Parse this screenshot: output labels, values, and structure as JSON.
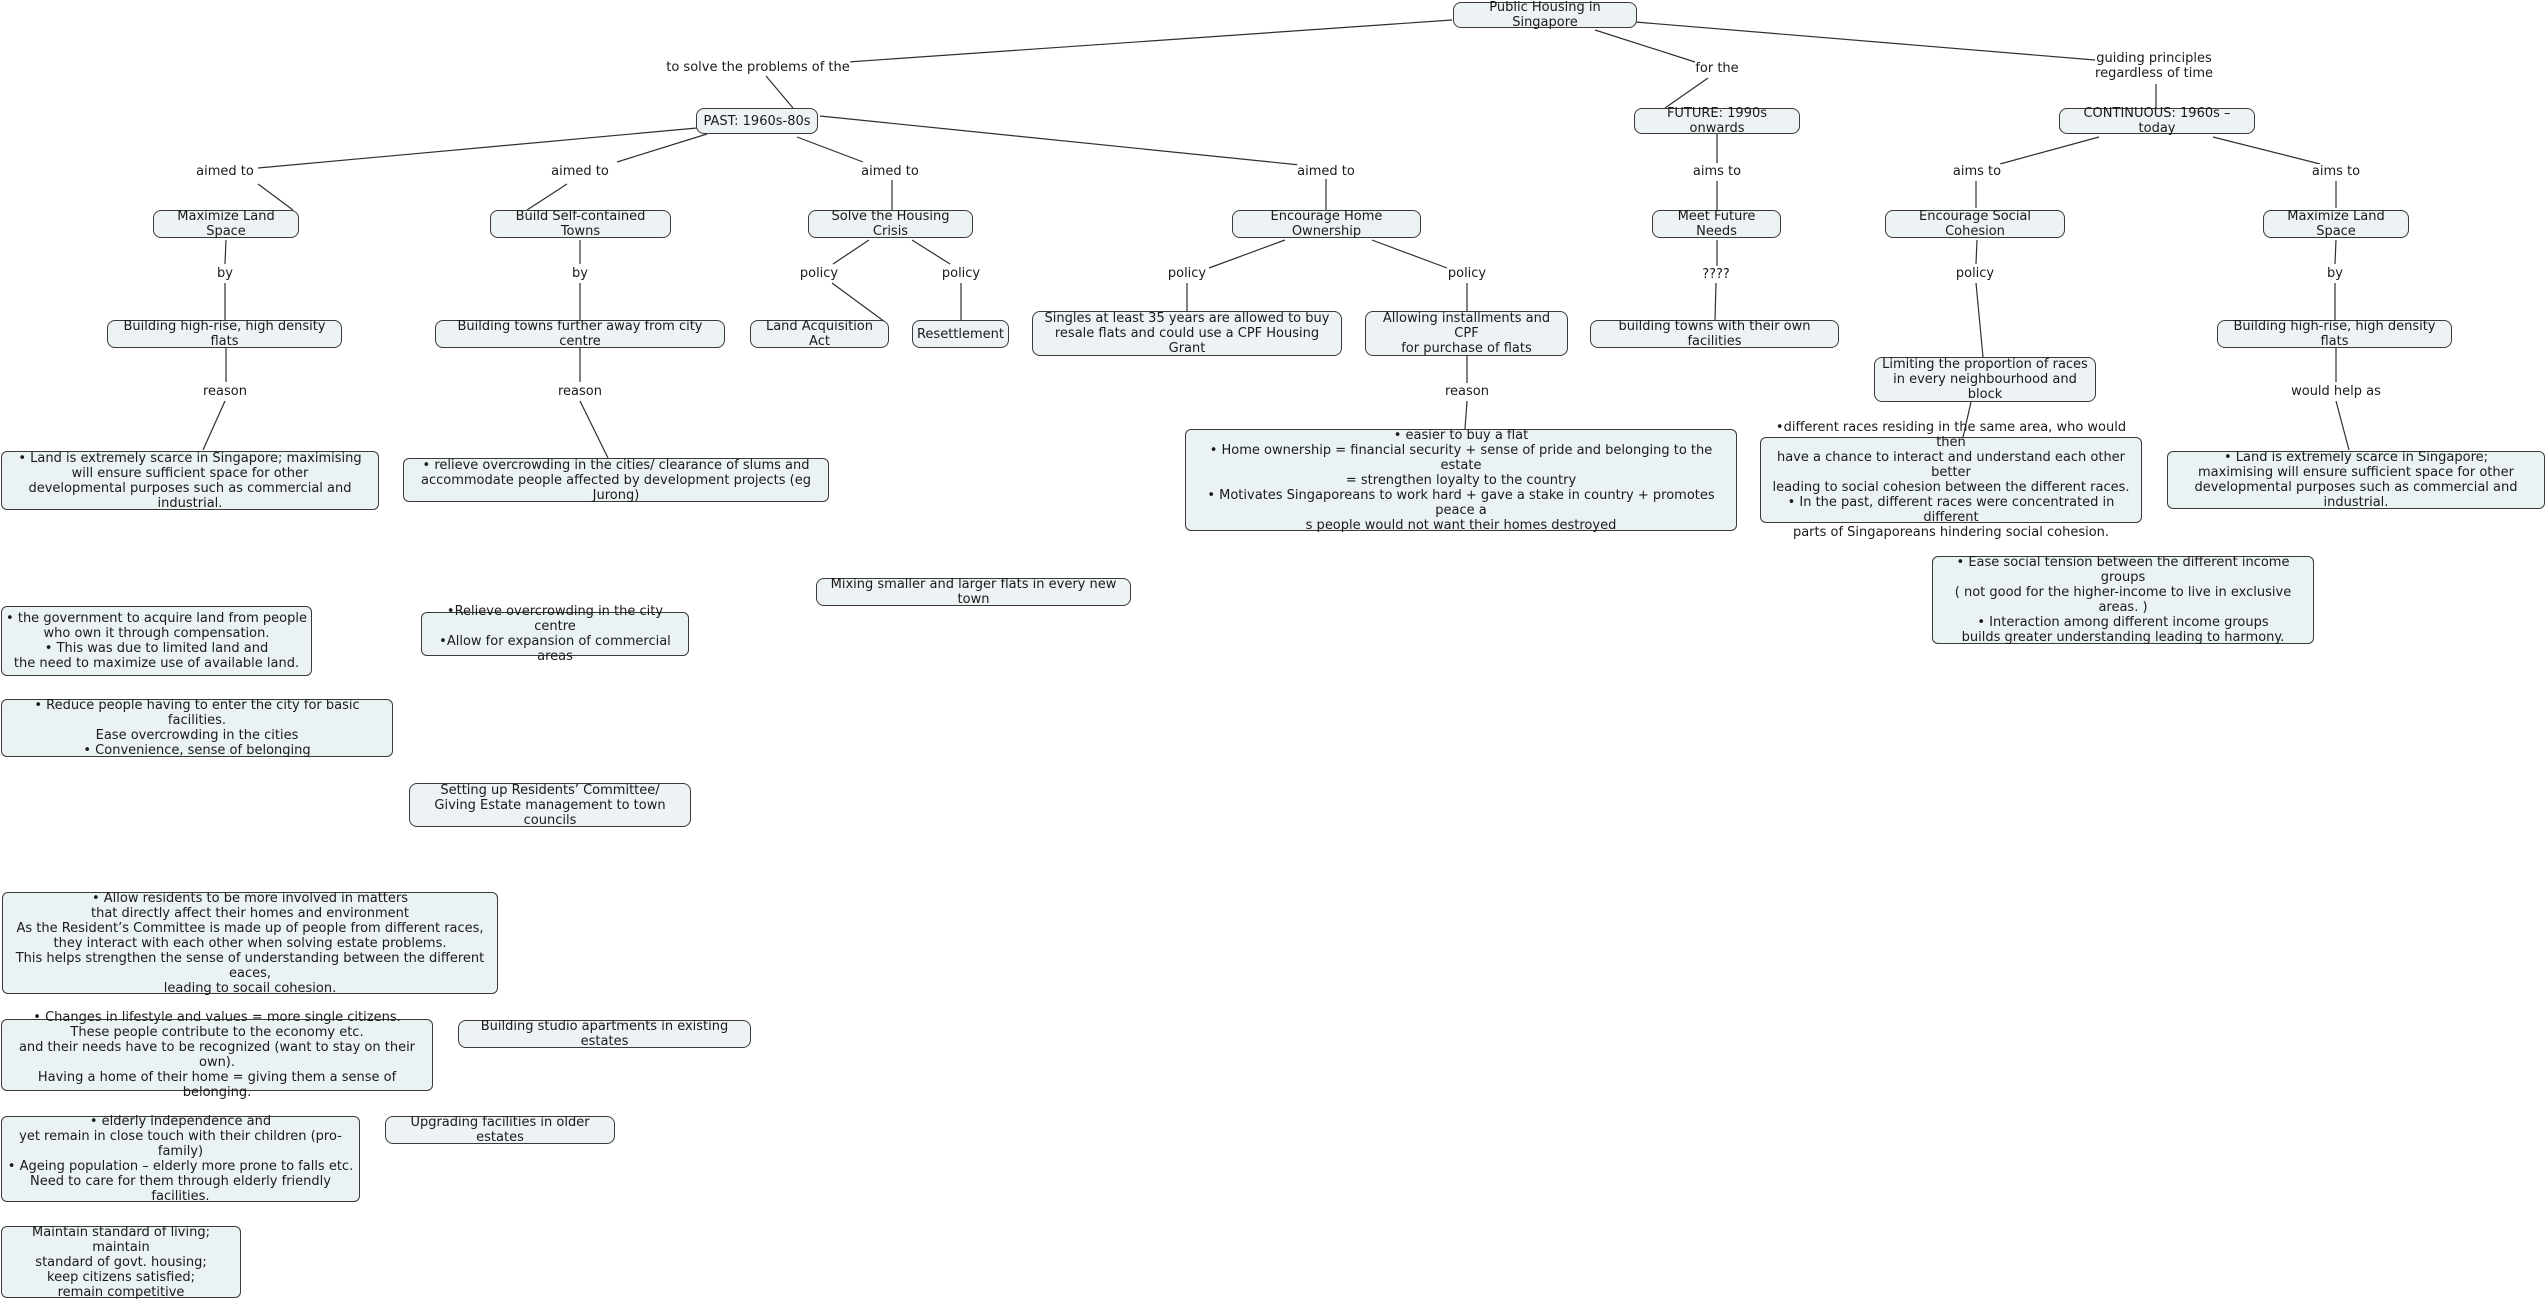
{
  "map": {
    "root": "Public Housing in Singapore",
    "labels": {
      "solve_problems": "to solve the problems of the",
      "for_the": "for the",
      "guiding": "guiding principles\nregardless of time",
      "past_aimed_1": "aimed to",
      "past_aimed_2": "aimed to",
      "past_aimed_3": "aimed to",
      "past_aimed_4": "aimed to",
      "future_aims": "aims to",
      "cont_aims_1": "aims to",
      "cont_aims_2": "aims to",
      "by_1": "by",
      "by_2": "by",
      "by_3": "by",
      "policy_1": "policy",
      "policy_2": "policy",
      "policy_3": "policy",
      "policy_4": "policy",
      "policy_5": "policy",
      "reason_1": "reason",
      "reason_2": "reason",
      "reason_3": "reason",
      "unknown": "????",
      "would_help": "would help as"
    },
    "nodes": {
      "past": "PAST: 1960s-80s",
      "future": "FUTURE: 1990s onwards",
      "continuous": "CONTINUOUS: 1960s – today",
      "maximize_land_1": "Maximize Land Space",
      "self_contained": "Build Self-contained Towns",
      "housing_crisis": "Solve the Housing Crisis",
      "home_ownership": "Encourage Home Ownership",
      "future_needs": "Meet Future Needs",
      "social_cohesion": "Encourage Social Cohesion",
      "maximize_land_2": "Maximize Land Space",
      "high_rise_1": "Building high-rise, high density flats",
      "towns_away": "Building towns further away from city centre",
      "land_acq": "Land Acquisition Act",
      "resettlement": "Resettlement",
      "singles": "Singles at least 35 years are allowed to buy\nresale flats and could use a CPF Housing Grant",
      "installments": "Allowing installments and CPF\nfor purchase of flats",
      "towns_facilities": "building towns with their own facilities",
      "limit_races": "Limiting the proportion of races\nin every neighbourhood and block",
      "high_rise_2": "Building high-rise, high density flats",
      "land_scarce_1": "•     Land is extremely scarce in Singapore; maximising\nwill ensure sufficient space  for other\ndevelopmental purposes such as commercial and industrial.",
      "relieve_slums": "• relieve overcrowding in the cities/ clearance of slums and\naccommodate people affected by development projects (eg Jurong)",
      "reasons_flat": "•     easier to buy a flat\n•     Home ownership = financial security + sense of pride and belonging to the estate\n= strengthen loyalty to the country\n•     Motivates Singaporeans to work hard + gave a stake in country + promotes peace a\ns people would not want their homes destroyed",
      "races_reason": "•different races residing in the same area, who would then\nhave a chance to interact and understand each other better\nleading to social cohesion between the different races.\n• In the past, different races were concentrated in different\nparts of Singaporeans hindering social cohesion.",
      "land_scarce_2": "•     Land is extremely scarce in Singapore;\nmaximising will ensure sufficient space  for other\ndevelopmental purposes such as commercial and industrial.",
      "income_groups": "•     Ease social tension between the different income groups\n( not good for the higher-income to live in exclusive areas. )\n•     Interaction among different income groups\nbuilds greater understanding leading to harmony.",
      "mixing_flats": "Mixing smaller and larger flats in every new town",
      "gov_acquire": "•     the government to acquire land from people\nwho own it through compensation.\n•     This was due to limited land and\nthe need to maximize use of available land.",
      "relieve_centre": "•Relieve overcrowding in the city centre\n•Allow for expansion of commercial areas",
      "reduce_people": "•     Reduce people having to enter the city for basic facilities.\nEase overcrowding in the cities\n•     Convenience, sense of belonging",
      "residents_committee": "Setting up Residents’ Committee/\nGiving Estate management to town councils",
      "allow_residents": "•     Allow residents to be more involved in matters\nthat directly affect their homes and environment\nAs the Resident’s Committee is made up of people from different races,\nthey interact with each other when solving estate problems.\nThis helps strengthen the sense of understanding between the different eaces,\nleading to socail cohesion.",
      "lifestyle": "•     Changes in lifestyle and values = more single citizens.\nThese people contribute to the economy etc.\nand their needs have to be recognized (want to stay on their own).\nHaving a home of their home = giving them a sense of belonging.",
      "studio": "Building studio apartments in existing estates",
      "elderly": "•     elderly independence and\nyet remain in close touch with their children (pro-family)\n•     Ageing population – elderly more prone to falls etc.\nNeed to care for them through elderly friendly facilities.",
      "upgrading": "Upgrading facilities in older estates",
      "maintain": "Maintain standard of living; maintain\nstandard of govt. housing;\nkeep citizens satisfied;\nremain competitive"
    }
  }
}
